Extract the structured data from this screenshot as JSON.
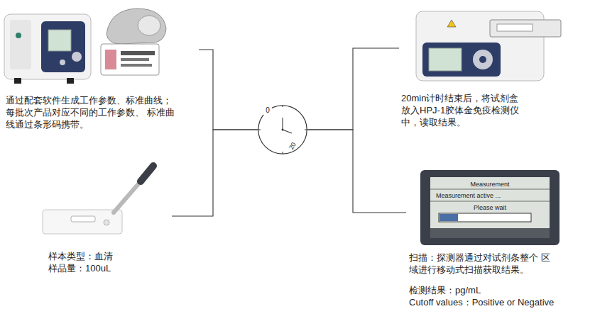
{
  "diagram": {
    "nodes": [
      {
        "text": [
          "通过配套软件生成工作参数、标准曲线； 每批次产品对应不同的工作参数、 标准曲线通过条形码携带。"
        ]
      },
      {
        "text": [
          "样本类型：血清",
          "样品量：100uL"
        ]
      },
      {
        "text": [
          "0",
          "20"
        ]
      },
      {
        "text": [
          "20min计时结束后，将试剂盒 放入HPJ-1胶体金免疫检测仪 中，读取结果。"
        ]
      },
      {
        "text": [
          "扫描：探测器通过对试剂条整个 区域进行移动式扫描获取结果。",
          "检测结果：pg/mL",
          "Cutoff values：Positive or Negative"
        ]
      }
    ],
    "edges": [
      {
        "from": 0,
        "to": 2,
        "arrow": "none"
      },
      {
        "from": 1,
        "to": 2,
        "arrow": "none"
      },
      {
        "from": 2,
        "to": 3,
        "arrow": "none"
      },
      {
        "from": 2,
        "to": 4,
        "arrow": "none"
      }
    ],
    "labels": [
      "Measurement",
      "Measurement active ...",
      "Please wait"
    ]
  }
}
